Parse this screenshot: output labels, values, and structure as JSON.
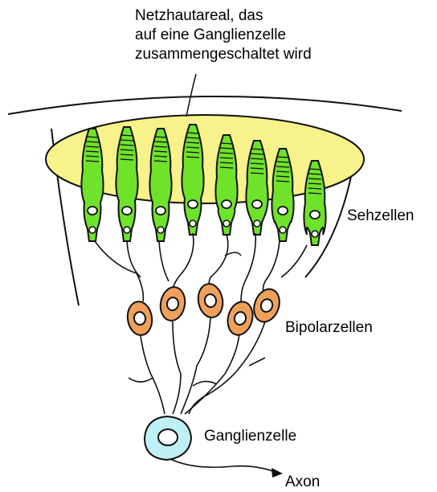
{
  "title": {
    "line1": "Netzhautareal, das",
    "line2": "auf eine Ganglienzelle",
    "line3": "zusammengeschaltet wird"
  },
  "labels": {
    "sehzellen": "Sehzellen",
    "bipolarzellen": "Bipolarzellen",
    "ganglienzelle": "Ganglienzelle",
    "axon": "Axon"
  },
  "colors": {
    "retina_area": "#f7f28a",
    "photoreceptor": "#6fe22a",
    "bipolar_cell": "#f0a05a",
    "ganglion_cell": "#bff0f5",
    "outline": "#111111"
  }
}
